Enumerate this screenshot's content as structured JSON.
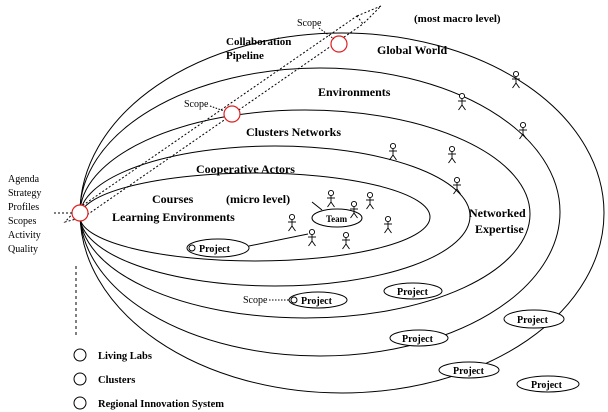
{
  "levels": {
    "global_world": "Global World",
    "most_macro": "(most macro level)",
    "environments": "Environments",
    "clusters_networks": "Clusters Networks",
    "cooperative_actors": "Cooperative Actors",
    "courses": "Courses",
    "micro_level": "(micro level)",
    "learning_environments": "Learning Environments",
    "networked_expertise_1": "Networked",
    "networked_expertise_2": "Expertise"
  },
  "pipeline": {
    "label_line1": "Collaboration",
    "label_line2": "Pipeline",
    "scope_top": "Scope",
    "scope_mid": "Scope",
    "scope_bottom": "Scope"
  },
  "left_list": [
    "Agenda",
    "Strategy",
    "Profiles",
    "Scopes",
    "Activity",
    "Quality"
  ],
  "team_label": "Team",
  "projects": [
    "Project",
    "Project",
    "Project",
    "Project",
    "Project",
    "Project",
    "Project"
  ],
  "legend": [
    "Living Labs",
    "Clusters",
    "Regional Innovation System"
  ]
}
